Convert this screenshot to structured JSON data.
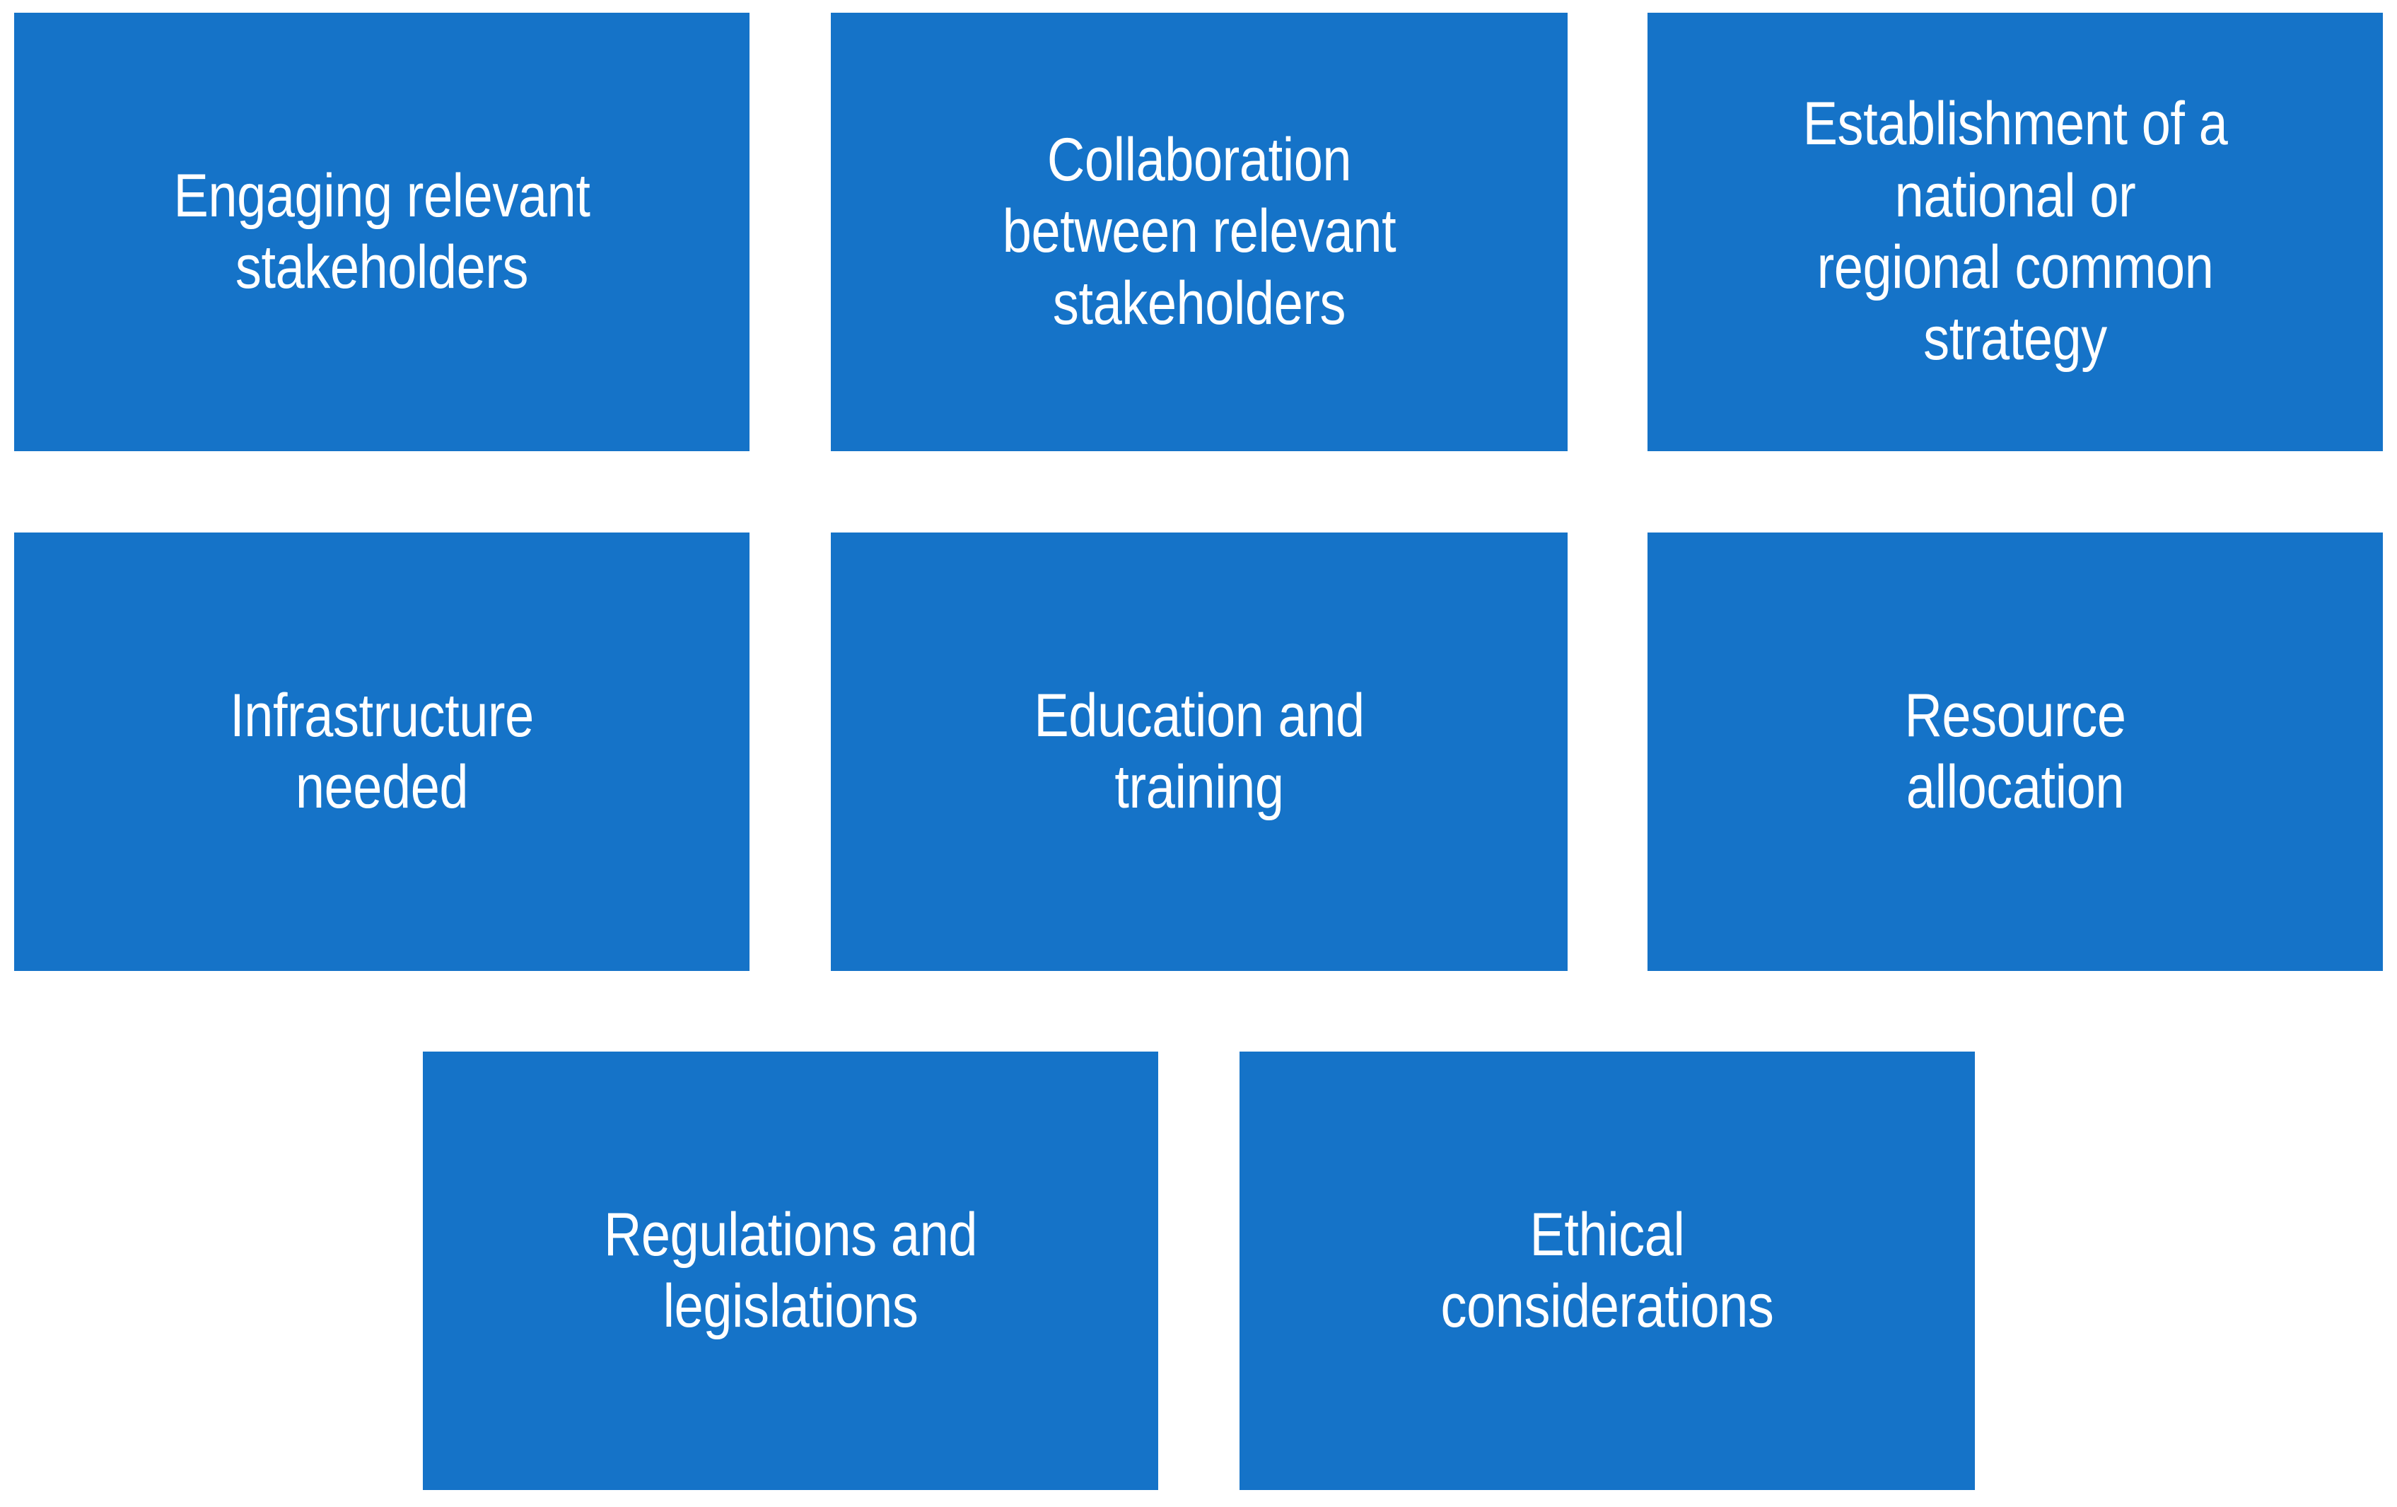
{
  "diagram": {
    "type": "grid-of-boxes",
    "background_color": "#FFFFFF",
    "box_color": "#1573C8",
    "text_color": "#FFFFFF",
    "rows": [
      {
        "row_index": 1,
        "boxes": [
          {
            "id": "engaging-stakeholders",
            "label": "Engaging relevant\nstakeholders"
          },
          {
            "id": "collaboration",
            "label": "Collaboration\nbetween relevant\nstakeholders"
          },
          {
            "id": "common-strategy",
            "label": "Establishment of a\nnational or\nregional common\nstrategy"
          }
        ]
      },
      {
        "row_index": 2,
        "boxes": [
          {
            "id": "infrastructure",
            "label": "Infrastructure\nneeded"
          },
          {
            "id": "education-training",
            "label": "Education and\ntraining"
          },
          {
            "id": "resource-allocation",
            "label": "Resource\nallocation"
          }
        ]
      },
      {
        "row_index": 3,
        "boxes": [
          {
            "id": "regulations",
            "label": "Regulations and\nlegislations"
          },
          {
            "id": "ethical",
            "label": "Ethical\nconsiderations"
          }
        ]
      }
    ]
  }
}
